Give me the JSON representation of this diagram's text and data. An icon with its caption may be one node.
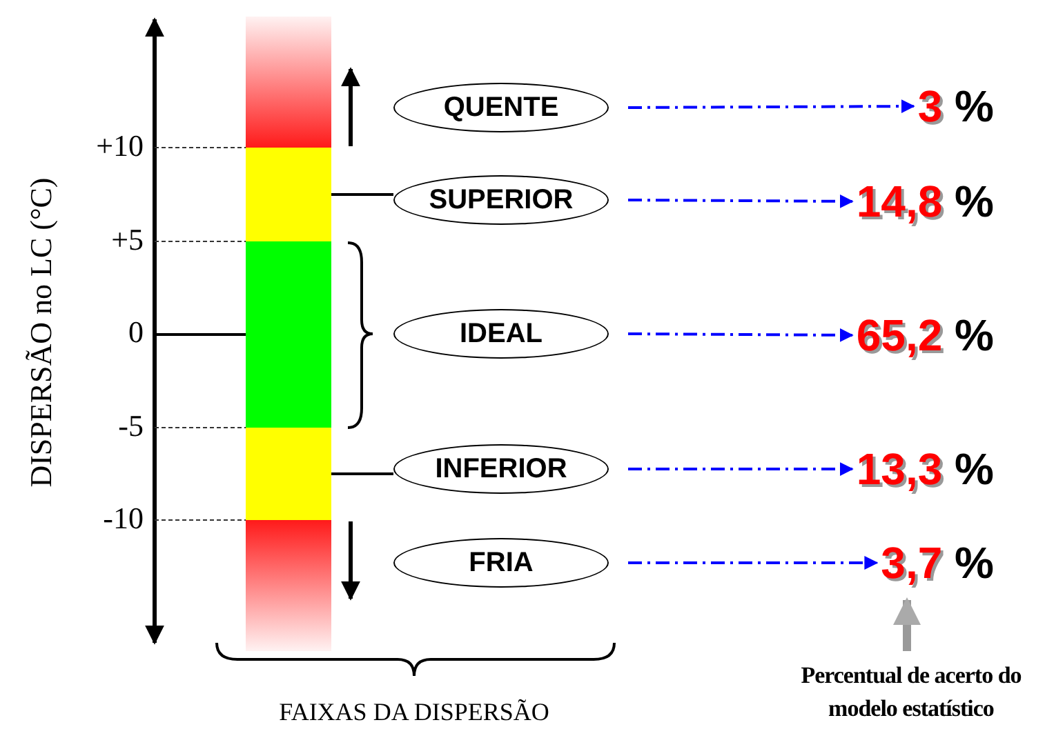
{
  "diagram": {
    "nodes": [
      {
        "text": [],
        "shape": "bar"
      },
      {
        "text": [],
        "shape": "bar"
      },
      {
        "text": [],
        "shape": "bar"
      },
      {
        "text": [],
        "shape": "bar"
      },
      {
        "text": [],
        "shape": "bar"
      },
      {
        "text": [
          "QUENTE"
        ]
      },
      {
        "text": [
          "SUPERIOR"
        ]
      },
      {
        "text": [
          "IDEAL"
        ]
      },
      {
        "text": [
          "INFERIOR"
        ]
      },
      {
        "text": [
          "FRIA"
        ]
      },
      {
        "text": [
          "3 %"
        ]
      },
      {
        "text": [
          "14,8 %"
        ]
      },
      {
        "text": [
          "65,2 %"
        ]
      },
      {
        "text": [
          "13,3 %"
        ]
      },
      {
        "text": [
          "3,7 %"
        ]
      },
      {
        "text": [
          "Percentual de acerto do modelo estatístico"
        ]
      }
    ],
    "edges": [
      {
        "from": 1,
        "to": 6,
        "arrow": "none",
        "color": "#000000"
      },
      {
        "from": null,
        "to": 2,
        "arrow": "none",
        "color": "#000000"
      },
      {
        "from": 3,
        "to": 8,
        "arrow": "none",
        "color": "#000000"
      },
      {
        "from": 5,
        "to": 10,
        "arrow": "to",
        "style": "dashed",
        "color": "#0000ff"
      },
      {
        "from": 6,
        "to": 11,
        "arrow": "to",
        "style": "dashed",
        "color": "#0000ff"
      },
      {
        "from": 7,
        "to": 12,
        "arrow": "to",
        "style": "dashed",
        "color": "#0000ff"
      },
      {
        "from": 8,
        "to": 13,
        "arrow": "to",
        "style": "dashed",
        "color": "#0000ff"
      },
      {
        "from": 9,
        "to": 14,
        "arrow": "to",
        "style": "dashed",
        "color": "#0000ff"
      },
      {
        "from": 15,
        "to": 14,
        "arrow": "to",
        "style": "thick",
        "color": "#999999"
      }
    ],
    "labels": [
      "+10",
      "+5",
      "0",
      "-5",
      "-10",
      "DISPERSÃO no LC (°C)",
      "FAIXAS DA DISPERSÃO"
    ]
  }
}
